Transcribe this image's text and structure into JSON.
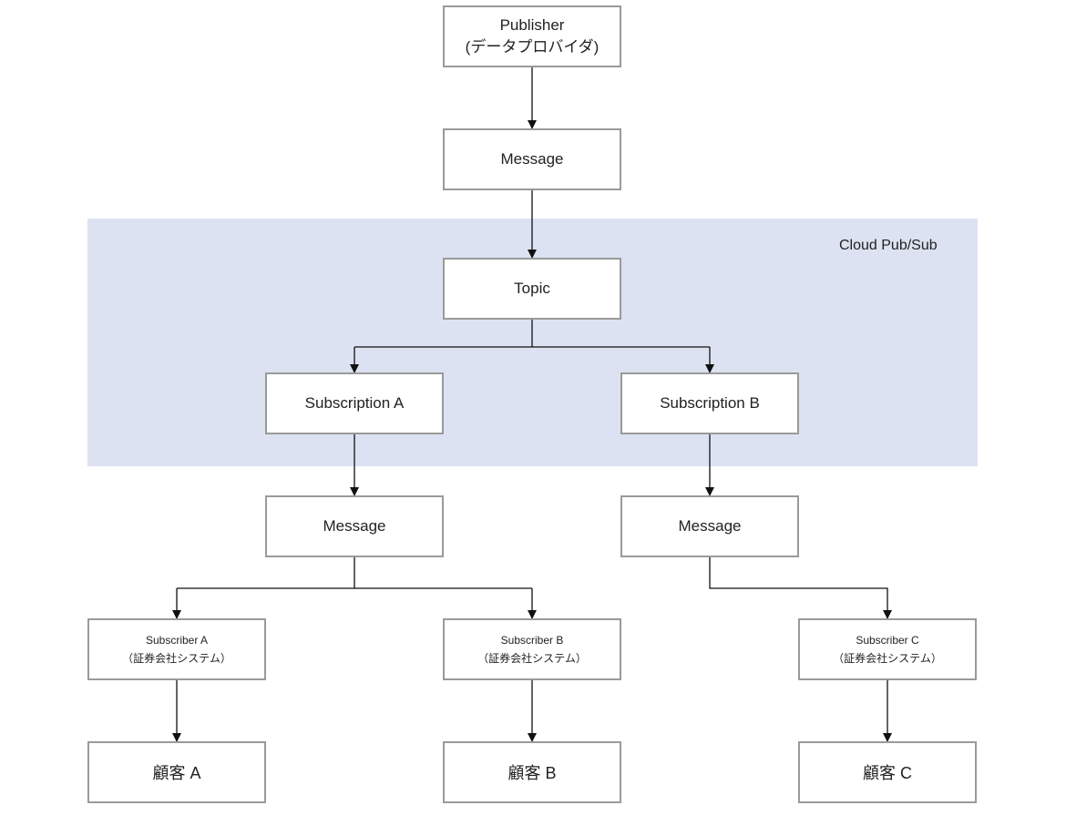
{
  "cloud_region_label": "Cloud Pub/Sub",
  "publisher": {
    "title": "Publisher",
    "subtitle": "(データプロバイダ)"
  },
  "message_top": "Message",
  "topic": "Topic",
  "subscriptions": [
    "Subscription A",
    "Subscription B"
  ],
  "messages": [
    "Message",
    "Message"
  ],
  "subscribers": [
    {
      "title": "Subscriber A",
      "subtitle": "（証券会社システム）"
    },
    {
      "title": "Subscriber B",
      "subtitle": "（証券会社システム）"
    },
    {
      "title": "Subscriber C",
      "subtitle": "（証券会社システム）"
    }
  ],
  "customers": [
    "顧客 A",
    "顧客 B",
    "顧客 C"
  ]
}
